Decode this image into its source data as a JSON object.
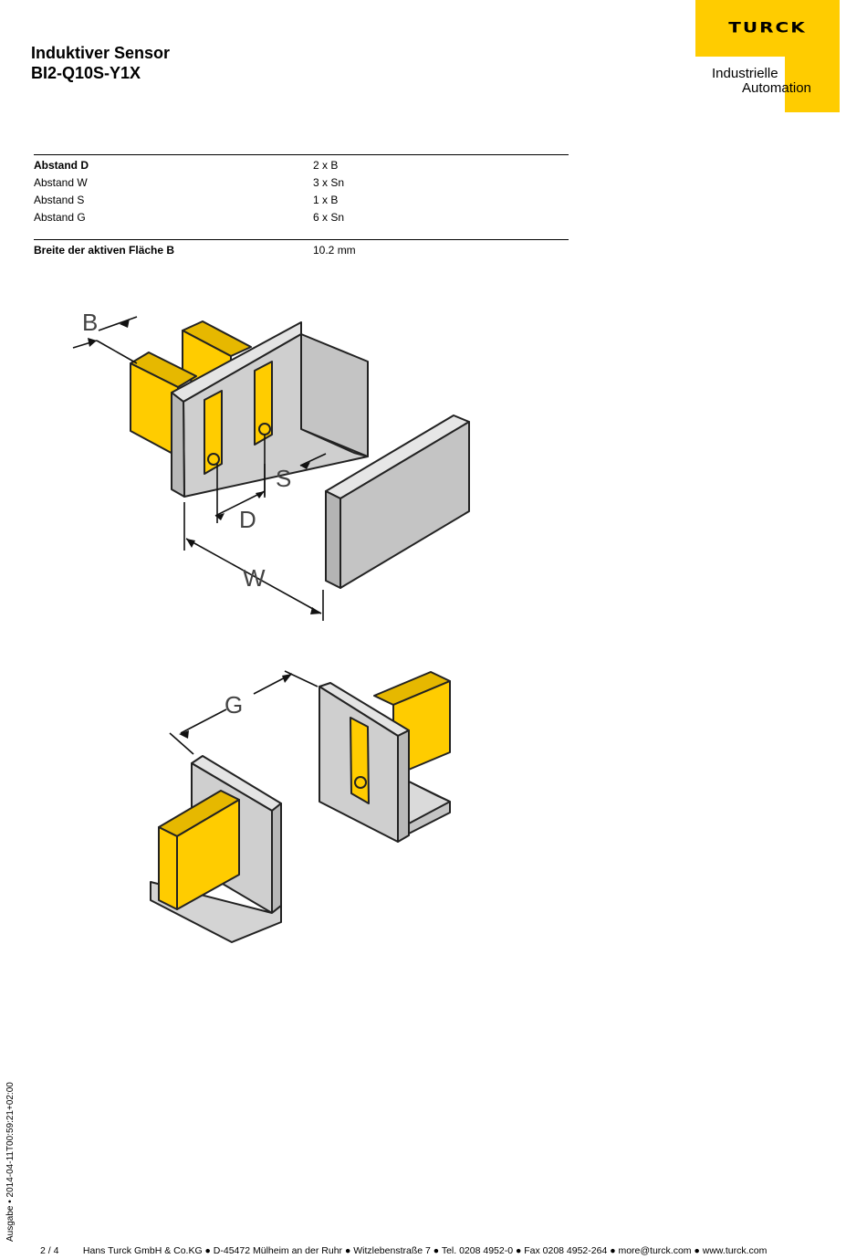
{
  "header": {
    "title_line1": "Induktiver Sensor",
    "title_line2": "BI2-Q10S-Y1X",
    "logo_text": "TURCK",
    "logo_sub1": "Industrielle",
    "logo_sub2": "Automation"
  },
  "specs": {
    "group1": [
      {
        "label": "Abstand D",
        "value": "2 x B"
      },
      {
        "label": "Abstand W",
        "value": "3 x Sn"
      },
      {
        "label": "Abstand S",
        "value": "1 x B"
      },
      {
        "label": "Abstand G",
        "value": "6 x Sn"
      }
    ],
    "group2": [
      {
        "label": "Breite der aktiven Fläche B",
        "value": "10.2 mm"
      }
    ]
  },
  "drawing_labels": {
    "B": "B",
    "S": "S",
    "D": "D",
    "W": "W",
    "G": "G"
  },
  "colors": {
    "sensor_yellow": "#ffcc00",
    "metal_gray": "#cfcfcf",
    "brand_yellow": "#ffcc00"
  },
  "side_text": "Ausgabe • 2014-04-11T00:59:21+02:00",
  "footer": {
    "page": "2 / 4",
    "text": "Hans Turck GmbH & Co.KG ● D-45472 Mülheim an der Ruhr ● Witzlebenstraße 7 ● Tel. 0208 4952-0 ● Fax 0208 4952-264 ● more@turck.com ● www.turck.com"
  }
}
